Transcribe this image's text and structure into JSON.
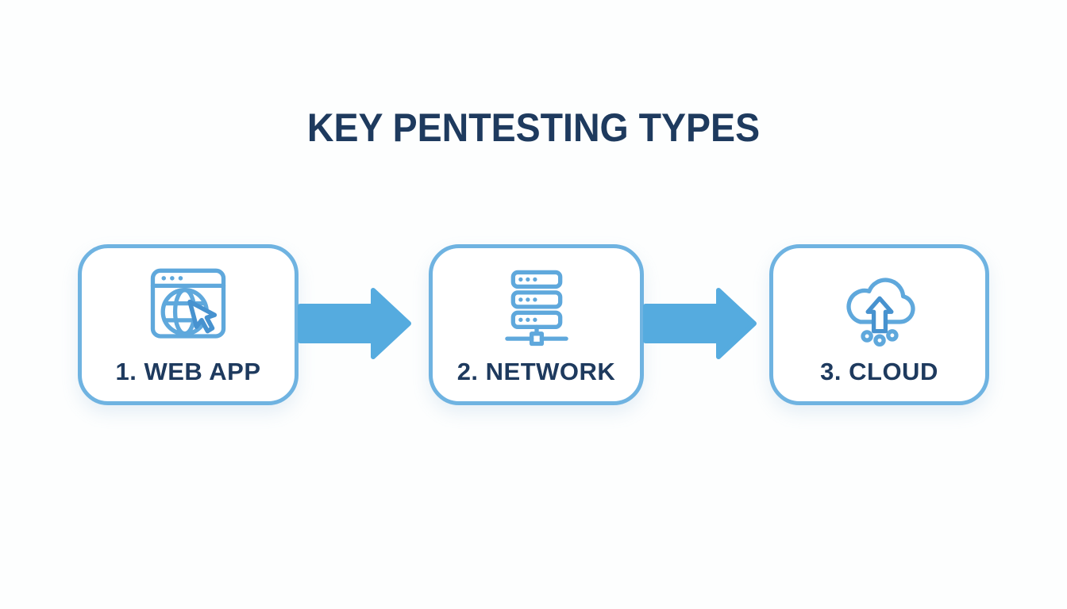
{
  "title": "KEY PENTESTING TYPES",
  "colors": {
    "background": "#FDFEFE",
    "title_text": "#1E3A5E",
    "label_text": "#1E3A5E",
    "box_border": "#6FB3E1",
    "box_background": "#FFFFFF",
    "arrow": "#55ABDF",
    "icon_primary": "#5FA8DC",
    "icon_secondary": "#4792CF"
  },
  "steps": [
    {
      "label": "1. WEB APP",
      "icon": "web-app-browser-globe-cursor-icon"
    },
    {
      "label": "2. NETWORK",
      "icon": "network-server-stack-icon"
    },
    {
      "label": "3. CLOUD",
      "icon": "cloud-upload-icon"
    }
  ],
  "connectors": [
    {
      "type": "arrow-right"
    },
    {
      "type": "arrow-right"
    }
  ]
}
